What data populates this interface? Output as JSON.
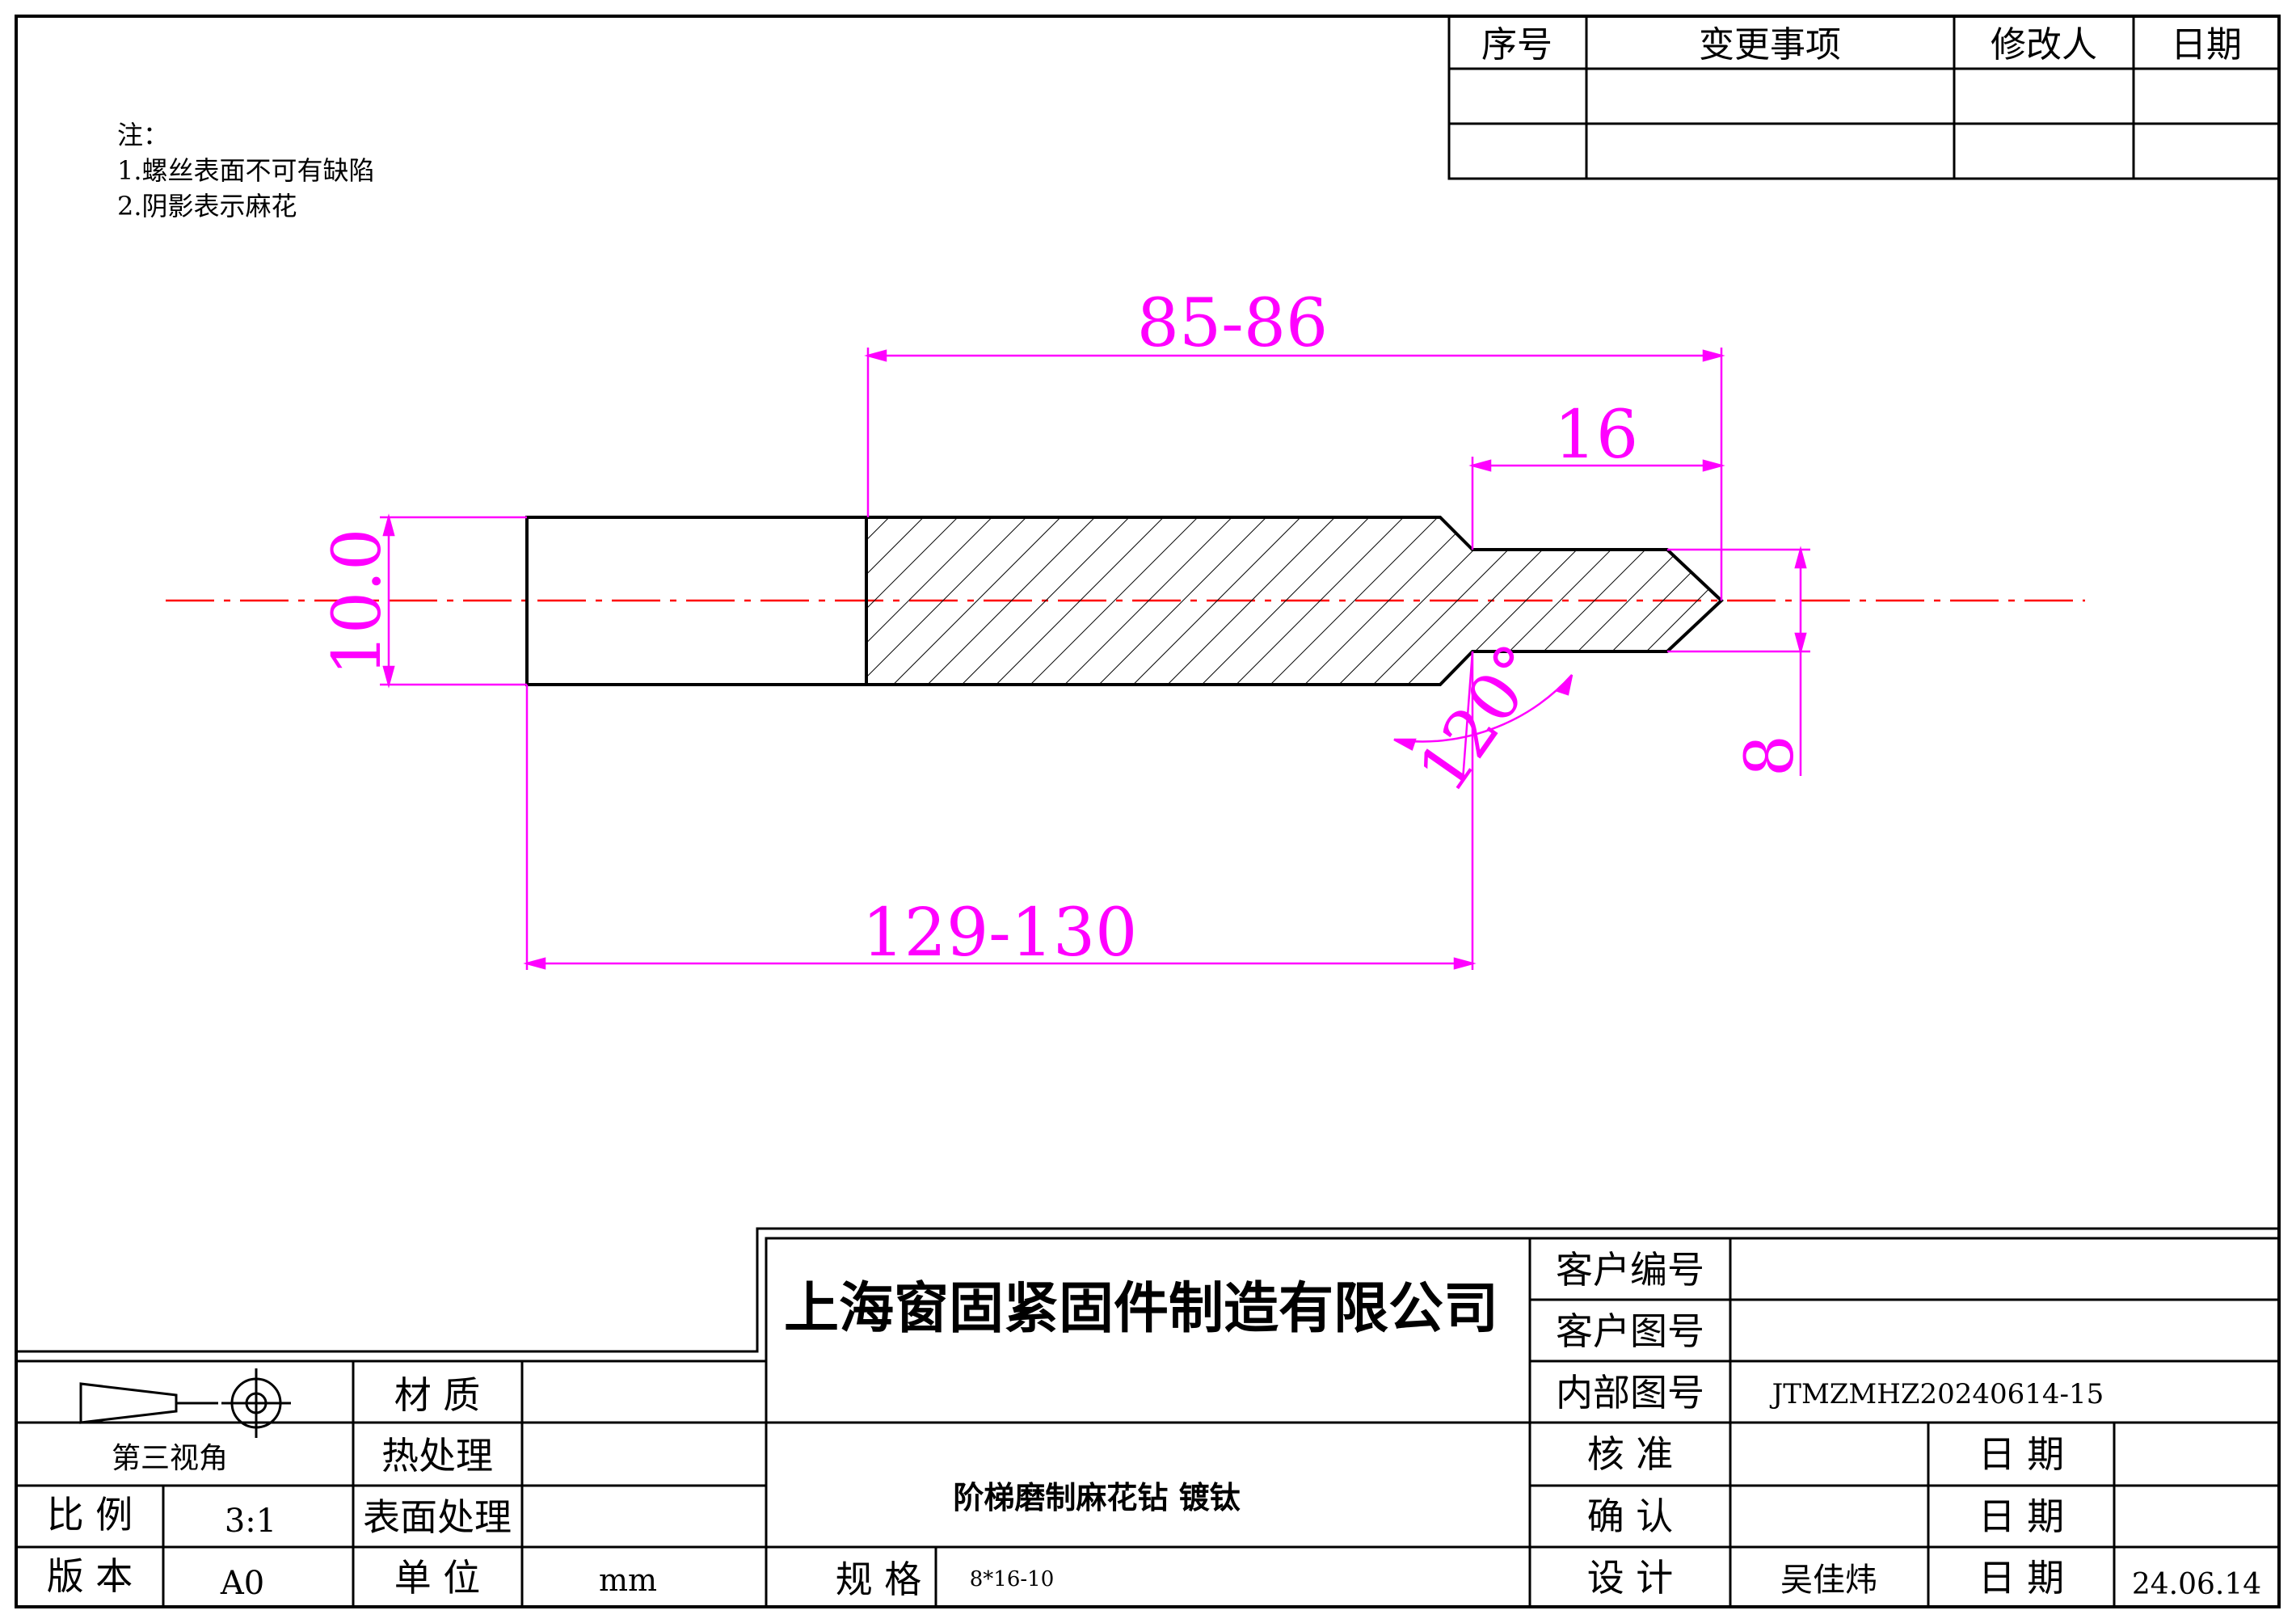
{
  "notes": {
    "title": "注：",
    "items": [
      "1.螺丝表面不可有缺陷",
      "2.阴影表示麻花"
    ]
  },
  "revision_table": {
    "headers": [
      "序号",
      "变更事项",
      "修改人",
      "日期"
    ],
    "rows": [
      [
        "",
        "",
        "",
        ""
      ],
      [
        "",
        "",
        "",
        ""
      ]
    ]
  },
  "dimensions": {
    "d1": "85-86",
    "d2": "16",
    "d3": "10.0",
    "d4": "120°",
    "d5": "8",
    "d6": "129-130"
  },
  "title_block": {
    "company": "上海窗固紧固件制造有限公司",
    "projection_label": "第三视角",
    "labels": {
      "material": "材 质",
      "heat": "热处理",
      "surface": "表面处理",
      "unit": "单 位",
      "scale": "比 例",
      "version": "版 本",
      "spec": "规 格",
      "customer_no": "客户编号",
      "customer_dwg": "客户图号",
      "internal_dwg": "内部图号",
      "approve": "核 准",
      "confirm": "确 认",
      "design": "设 计",
      "date": "日 期"
    },
    "values": {
      "material": "",
      "heat": "",
      "surface": "",
      "unit": "mm",
      "scale": "3:1",
      "version": "A0",
      "spec": "8*16-10",
      "part_name": "阶梯磨制麻花钻 镀钛",
      "customer_no": "",
      "customer_dwg": "",
      "internal_dwg": "JTMZMHZ20240614-15",
      "approve": "",
      "approve_date": "",
      "confirm": "",
      "confirm_date": "",
      "design": "吴佳炜",
      "design_date": "24.06.14"
    }
  },
  "colors": {
    "line": "#000000",
    "dimension": "#ff00ff",
    "centerline": "#ff0000",
    "background": "#ffffff"
  }
}
